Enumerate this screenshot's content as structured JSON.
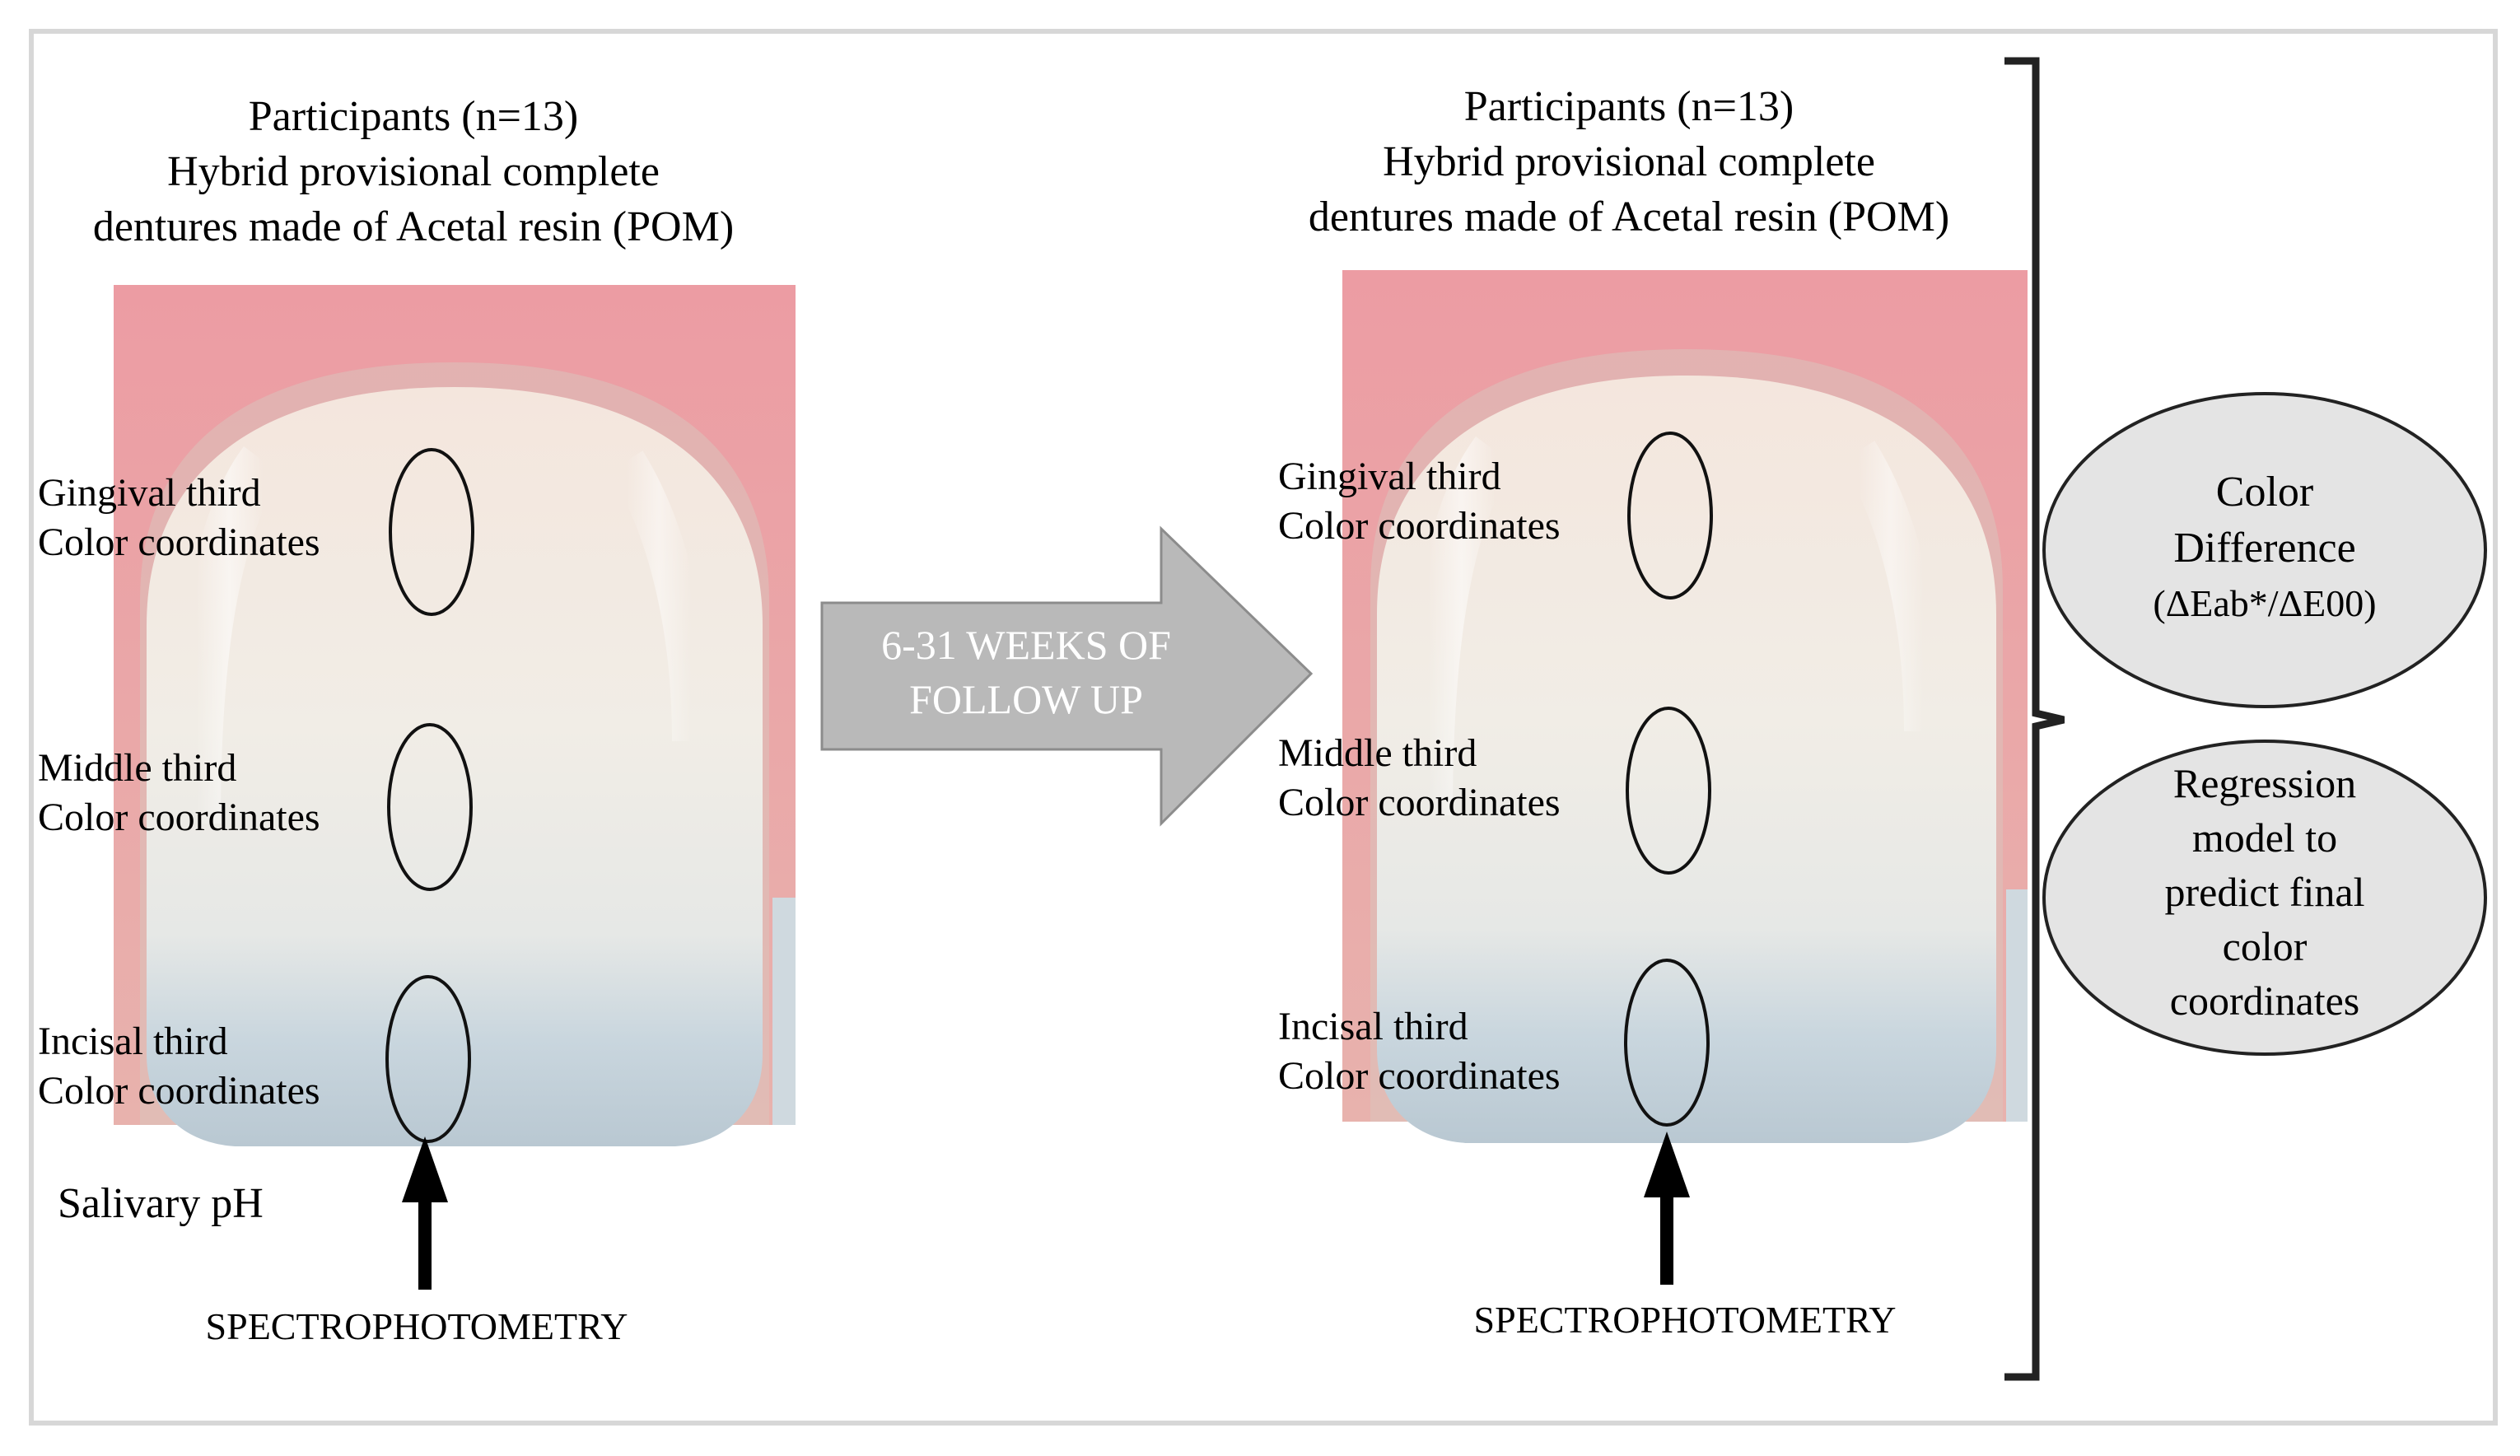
{
  "baseline": {
    "header": [
      "Participants (n=13)",
      "Hybrid provisional complete",
      "dentures made of Acetal resin (POM)"
    ],
    "zones": [
      {
        "name": "Gingival third",
        "sub": "Color coordinates"
      },
      {
        "name": "Middle third",
        "sub": "Color coordinates"
      },
      {
        "name": "Incisal third",
        "sub": "Color coordinates"
      }
    ],
    "extra_label": "Salivary pH",
    "method": "SPECTROPHOTOMETRY"
  },
  "transition": {
    "lines": [
      "6-31 WEEKS OF",
      "FOLLOW UP"
    ]
  },
  "followup": {
    "header": [
      "Participants (n=13)",
      "Hybrid provisional complete",
      "dentures made of Acetal resin (POM)"
    ],
    "zones": [
      {
        "name": "Gingival third",
        "sub": "Color coordinates"
      },
      {
        "name": "Middle third",
        "sub": "Color coordinates"
      },
      {
        "name": "Incisal third",
        "sub": "Color coordinates"
      }
    ],
    "method": "SPECTROPHOTOMETRY"
  },
  "outcomes": {
    "color_difference": [
      "Color",
      "Difference",
      "(ΔEab*/ΔE00)"
    ],
    "regression": [
      "Regression",
      "model to",
      "predict final",
      "color",
      "coordinates"
    ]
  },
  "colors": {
    "gum": "#e9a7aa",
    "tooth": "#f1ece3",
    "incisal": "#c4d3dd",
    "arrow_fill": "#b9b9b9",
    "ellipse_fill": "#e4e4e4"
  }
}
